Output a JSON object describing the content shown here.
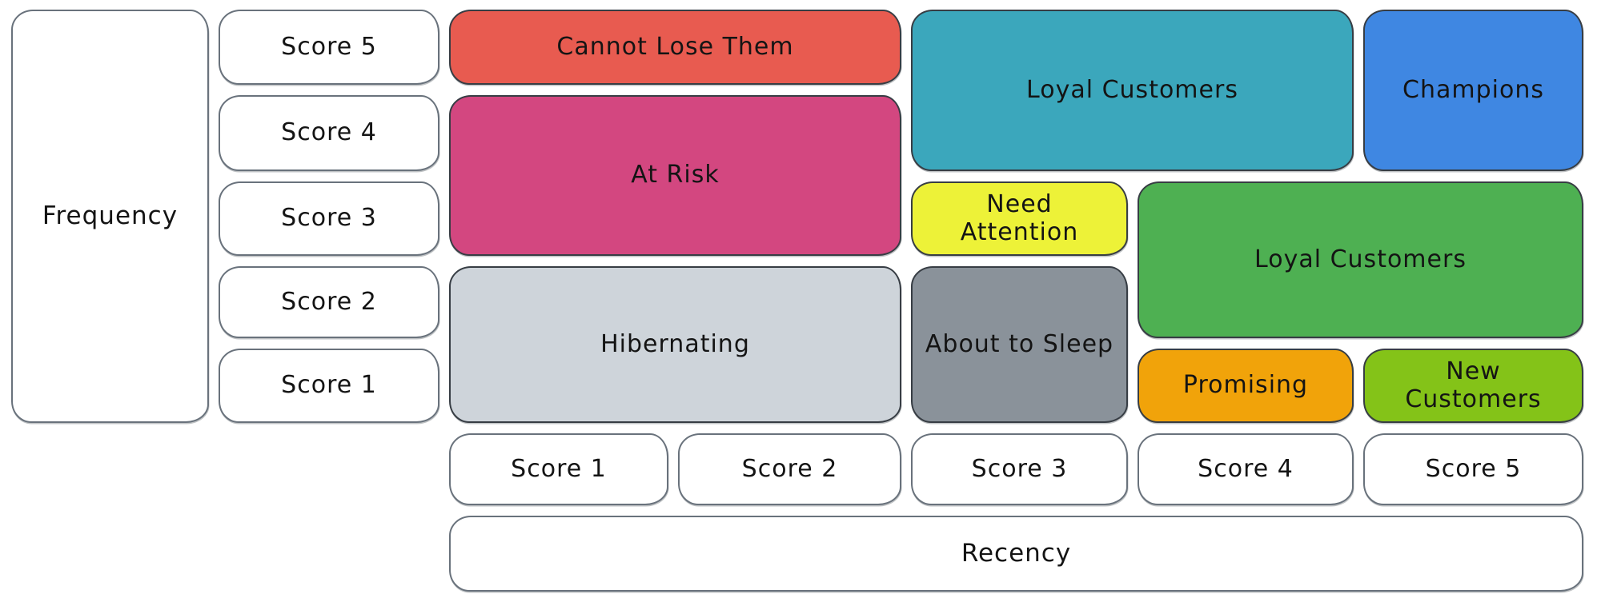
{
  "colors": {
    "background": "#ffffff",
    "text": "#141414",
    "stroke_dark": "#373d44",
    "stroke_light": "#69727c",
    "white_box_fill": "#ffffff"
  },
  "axes": {
    "frequency": {
      "label": "Frequency",
      "scores": [
        "Score 5",
        "Score 4",
        "Score 3",
        "Score 2",
        "Score 1"
      ]
    },
    "recency": {
      "label": "Recency",
      "scores": [
        "Score 1",
        "Score 2",
        "Score 3",
        "Score 4",
        "Score 5"
      ]
    }
  },
  "segments": {
    "cannot_lose_them": {
      "label": "Cannot Lose Them",
      "color": "#e85b50",
      "recency_scores": [
        1,
        2
      ],
      "frequency_scores": [
        5
      ]
    },
    "at_risk": {
      "label": "At Risk",
      "color": "#d34780",
      "recency_scores": [
        1,
        2
      ],
      "frequency_scores": [
        3,
        4
      ]
    },
    "hibernating": {
      "label": "Hibernating",
      "color": "#ced4da",
      "recency_scores": [
        1,
        2
      ],
      "frequency_scores": [
        1,
        2
      ]
    },
    "loyal_customers_upper": {
      "label": "Loyal Customers",
      "color": "#3ba7bc",
      "recency_scores": [
        3,
        4
      ],
      "frequency_scores": [
        4,
        5
      ]
    },
    "champions": {
      "label": "Champions",
      "color": "#3f87e2",
      "recency_scores": [
        5
      ],
      "frequency_scores": [
        4,
        5
      ]
    },
    "need_attention": {
      "label": "Need Attention",
      "color": "#edf238",
      "recency_scores": [
        3
      ],
      "frequency_scores": [
        3
      ]
    },
    "loyal_customers_lower": {
      "label": "Loyal Customers",
      "color": "#4eb052",
      "recency_scores": [
        4,
        5
      ],
      "frequency_scores": [
        2,
        3
      ]
    },
    "about_to_sleep": {
      "label": "About to Sleep",
      "color": "#8a929a",
      "recency_scores": [
        3
      ],
      "frequency_scores": [
        1,
        2
      ]
    },
    "promising": {
      "label": "Promising",
      "color": "#f1a30a",
      "recency_scores": [
        4
      ],
      "frequency_scores": [
        1
      ]
    },
    "new_customers": {
      "label": "New Customers",
      "color": "#84c318",
      "recency_scores": [
        5
      ],
      "frequency_scores": [
        1
      ]
    }
  }
}
